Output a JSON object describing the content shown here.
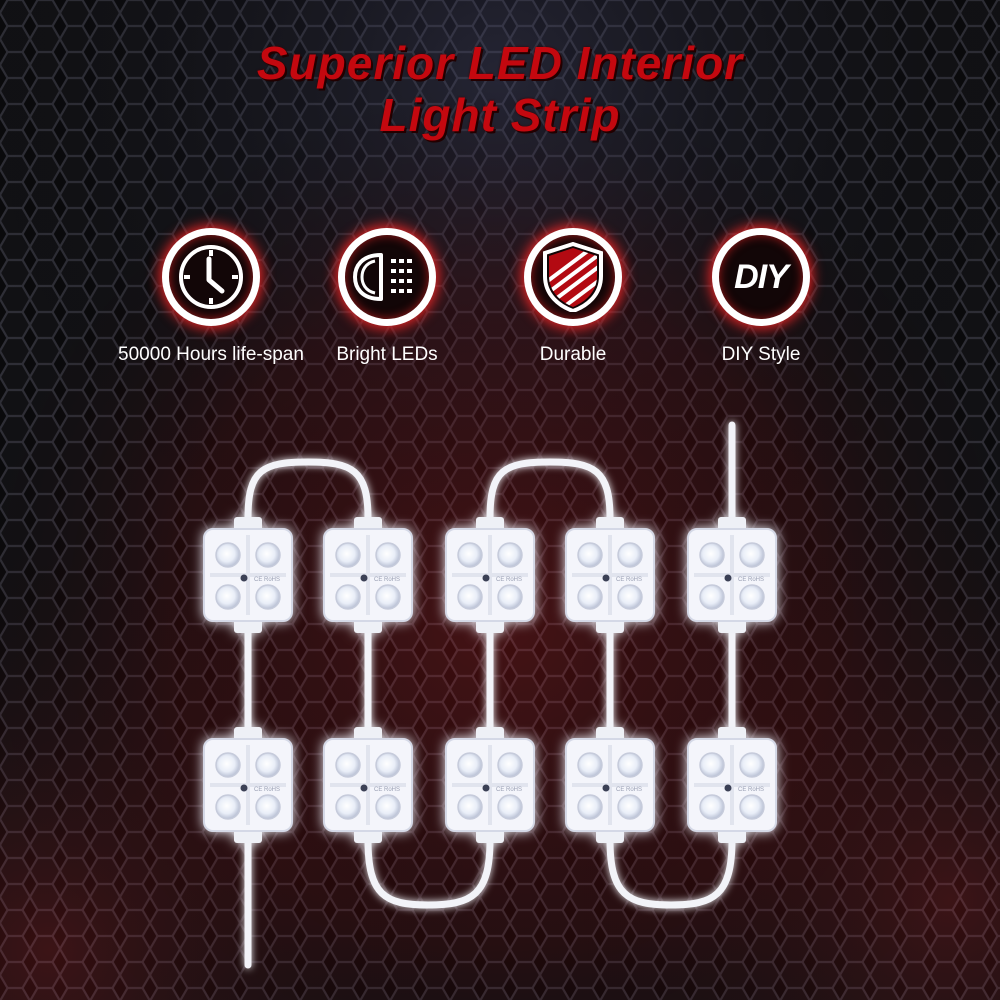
{
  "title": {
    "line1": "Superior LED Interior",
    "line2": "Light Strip"
  },
  "features": [
    {
      "icon": "clock-icon",
      "label": "50000 Hours life-span"
    },
    {
      "icon": "headlight-icon",
      "label": "Bright LEDs"
    },
    {
      "icon": "shield-icon",
      "label": "Durable"
    },
    {
      "icon": "diy-icon",
      "label": "DIY Style",
      "badge_text": "DIY"
    }
  ],
  "led_module": {
    "marking": "CE RoHS",
    "leds_per_module": 4,
    "count": 10
  },
  "colors": {
    "title": "#c4080f",
    "glow": "#ff2a2a",
    "background": "#0b0b0d",
    "hex_lines": "#3a3a44"
  }
}
